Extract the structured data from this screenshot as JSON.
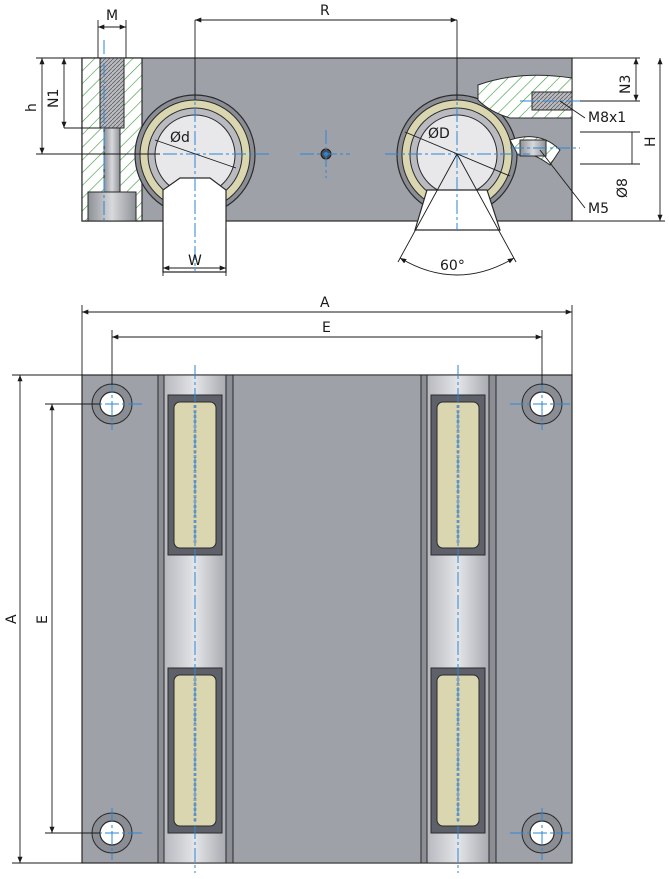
{
  "labels": {
    "M": "M",
    "R": "R",
    "h": "h",
    "N1": "N1",
    "N3": "N3",
    "H": "H",
    "M8x1": "M8x1",
    "M5": "M5",
    "phi8": "Ø8",
    "phid": "Ød",
    "phiD": "ØD",
    "W": "W",
    "angle": "60°",
    "A_top": "A",
    "E_top": "E",
    "A_left": "A",
    "E_left": "E"
  },
  "colors": {
    "body": "#9ea1a8",
    "body_dark": "#7f838b",
    "bushing": "#d9d6b0",
    "hatch": "#3c9a3c",
    "center_line": "#2b86d6"
  }
}
